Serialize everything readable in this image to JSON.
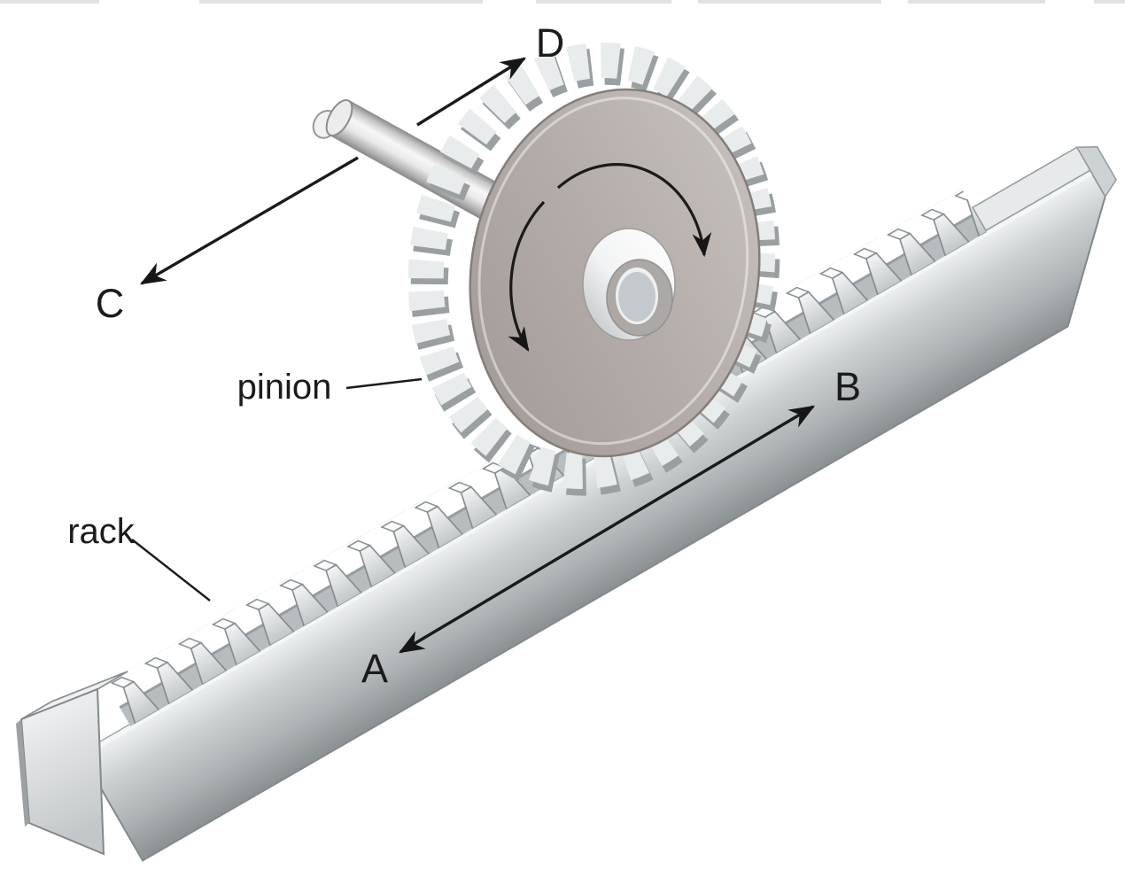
{
  "figure": {
    "kind": "rack-and-pinion-mechanism-diagram",
    "labels": {
      "pinion": "pinion",
      "rack": "rack",
      "point_a": "A",
      "point_b": "B",
      "point_c": "C",
      "point_d": "D"
    },
    "colors": {
      "background": "#ffffff",
      "line": "#1a1a1a",
      "metal_light": "#f2f4f5",
      "metal_mid": "#c6cbcd",
      "metal_dark": "#8c9194",
      "gear_face": "#b3aca8",
      "gear_face_shadow": "#a29b97",
      "hub_white": "#ffffff",
      "bore": "#c3c9cc"
    }
  }
}
